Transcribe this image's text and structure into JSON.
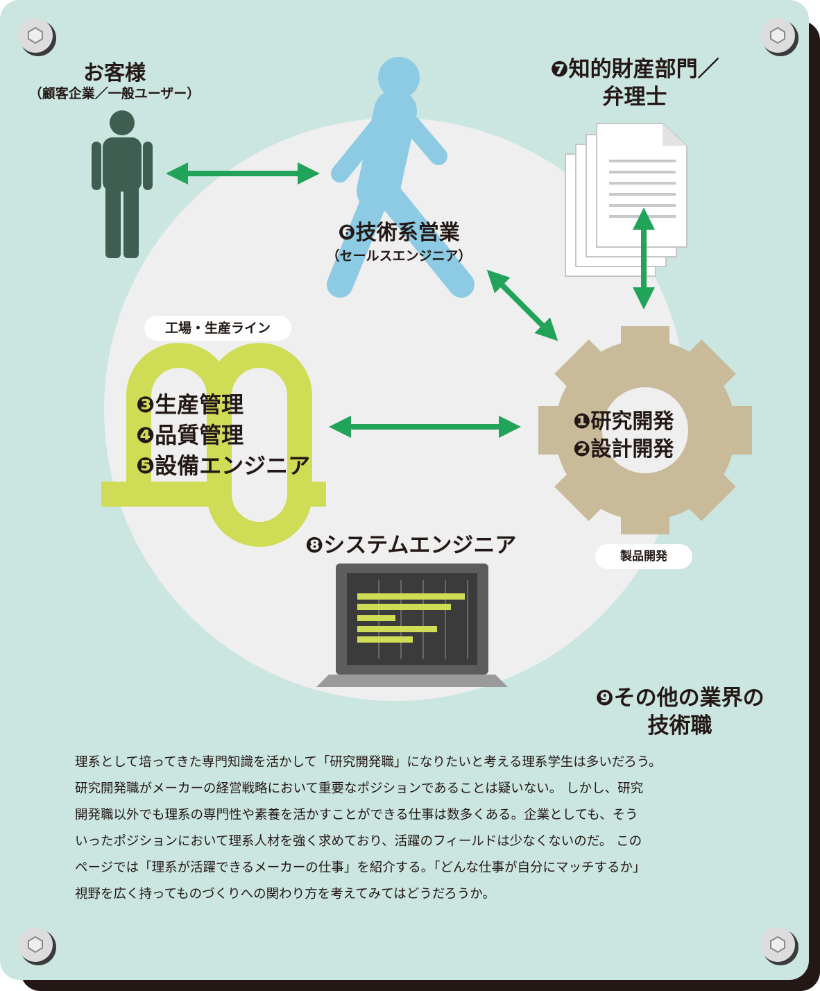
{
  "labels": {
    "customer": "お客様",
    "customer_sub": "（顧客企業／一般ユーザー）",
    "ip_line1": "❼知的財産部門／",
    "ip_line2": "弁理士",
    "sales": "❻技術系営業",
    "sales_sub": "（セールスエンジニア）",
    "factory_badge": "工場・生産ライン",
    "production_mgmt": "❸生産管理",
    "quality_mgmt": "❹品質管理",
    "equipment_eng": "❺設備エンジニア",
    "rd": "❶研究開発",
    "design_dev": "❷設計開発",
    "product_dev_badge": "製品開発",
    "system_eng": "❽システムエンジニア",
    "other_line1": "❾その他の業界の",
    "other_line2": "技術職"
  },
  "body_lines": [
    "理系として培ってきた専門知識を活かして「研究開発職」になりたいと考える理系学生は多いだろう。",
    "研究開発職がメーカーの経営戦略において重要なポジションであることは疑いない。 しかし、研究",
    "開発職以外でも理系の専門性や素養を活かすことができる仕事は数多くある。企業としても、そう",
    "いったポジションにおいて理系人材を強く求めており、活躍のフィールドは少なくないのだ。 この",
    "ページでは「理系が活躍できるメーカーの仕事」を紹介する。「どんな仕事が自分にマッチするか」",
    "視野を広く持ってものづくりへの関わり方を考えてみてはどうだろうか。"
  ],
  "colors": {
    "panel": "#cbe5e0",
    "circle": "#efefef",
    "arrow": "#22a35a",
    "gear": "#c9bb9a",
    "factory": "#cfdc55",
    "customer": "#3f5e52",
    "walker": "#8ccbe3",
    "text": "#231815"
  },
  "icons": [
    "screw-icon",
    "customer-icon",
    "walker-icon",
    "documents-icon",
    "gear-icon",
    "factory-line-icon",
    "laptop-icon"
  ]
}
